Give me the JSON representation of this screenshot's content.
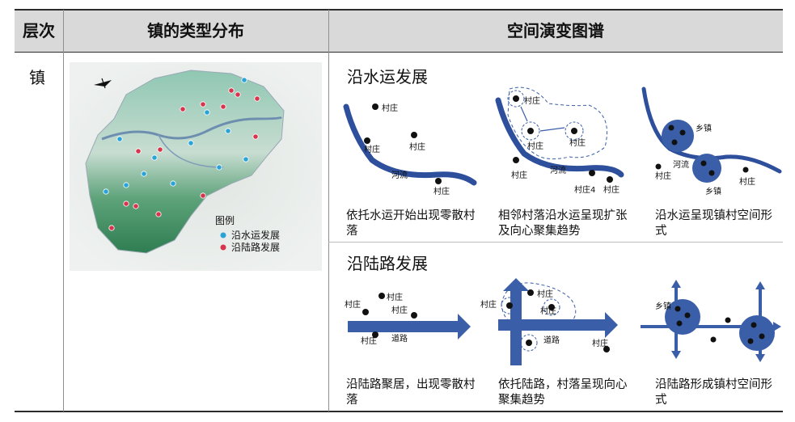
{
  "table": {
    "headers": {
      "level": "层次",
      "type_distribution": "镇的类型分布",
      "spatial": "空间演变图谱"
    },
    "row_label": "镇",
    "legend": {
      "title": "图例",
      "water": "沿水运发展",
      "land": "沿陆路发展"
    },
    "colors": {
      "water": "#2aa3d8",
      "land": "#d9344d",
      "river": "#2e4f9c",
      "arrow": "#3a5ea8",
      "header_bg": "#d9d9d9"
    }
  },
  "water_section": {
    "title": "沿水运发展",
    "diagram1": {
      "village": "村庄",
      "river": "河流",
      "caption": "依托水运开始出现零散村落"
    },
    "diagram2": {
      "village": "村庄",
      "village4": "村庄4",
      "river": "河流",
      "caption": "相邻村落沿水运呈现扩张及向心聚集趋势"
    },
    "diagram3": {
      "town": "乡镇",
      "village": "村庄",
      "river": "河流",
      "caption": "沿水运呈现镇村空间形式"
    }
  },
  "land_section": {
    "title": "沿陆路发展",
    "diagram1": {
      "village": "村庄",
      "road": "道路",
      "caption": "沿陆路聚居，出现零散村落"
    },
    "diagram2": {
      "village": "村庄",
      "road": "道路",
      "caption": "依托陆路，村落呈现向心聚集趋势"
    },
    "diagram3": {
      "town": "乡镇",
      "caption": "沿陆路形成镇村空间形式"
    }
  }
}
